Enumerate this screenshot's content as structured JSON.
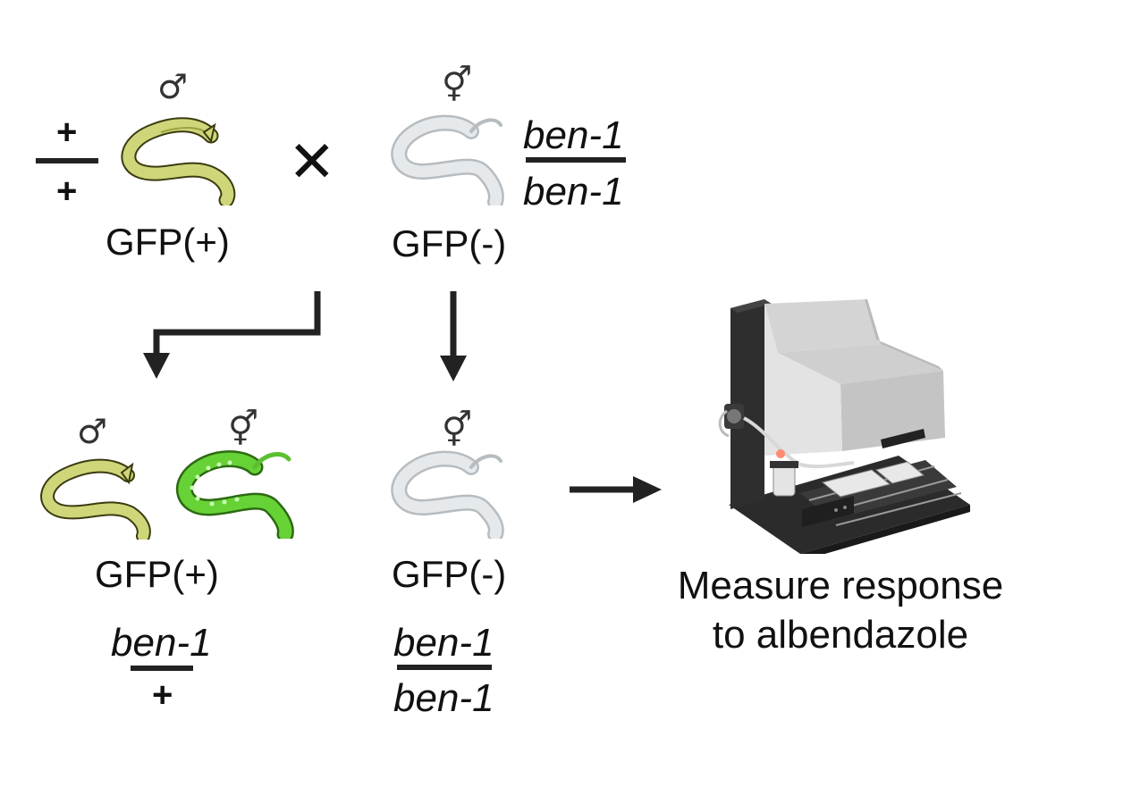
{
  "symbols": {
    "male": "♂",
    "hermaphrodite": "⚥",
    "cross": "✕"
  },
  "parents": {
    "left": {
      "label": "GFP(+)",
      "genotype_top": "+",
      "genotype_bottom": "+"
    },
    "right": {
      "label": "GFP(-)",
      "genotype_top": "ben-1",
      "genotype_bottom": "ben-1"
    }
  },
  "progeny": {
    "left": {
      "label": "GFP(+)",
      "genotype_top": "ben-1",
      "genotype_bottom": "+"
    },
    "right": {
      "label": "GFP(-)",
      "genotype_top": "ben-1",
      "genotype_bottom": "ben-1"
    }
  },
  "instrument": {
    "caption_line1": "Measure response",
    "caption_line2": "to albendazole"
  },
  "colors": {
    "gfp_neg_worm": "#d6dadd",
    "male_worm": "#cfd67a",
    "gfp_pos_worm": "#66d236",
    "arrow": "#222222"
  }
}
